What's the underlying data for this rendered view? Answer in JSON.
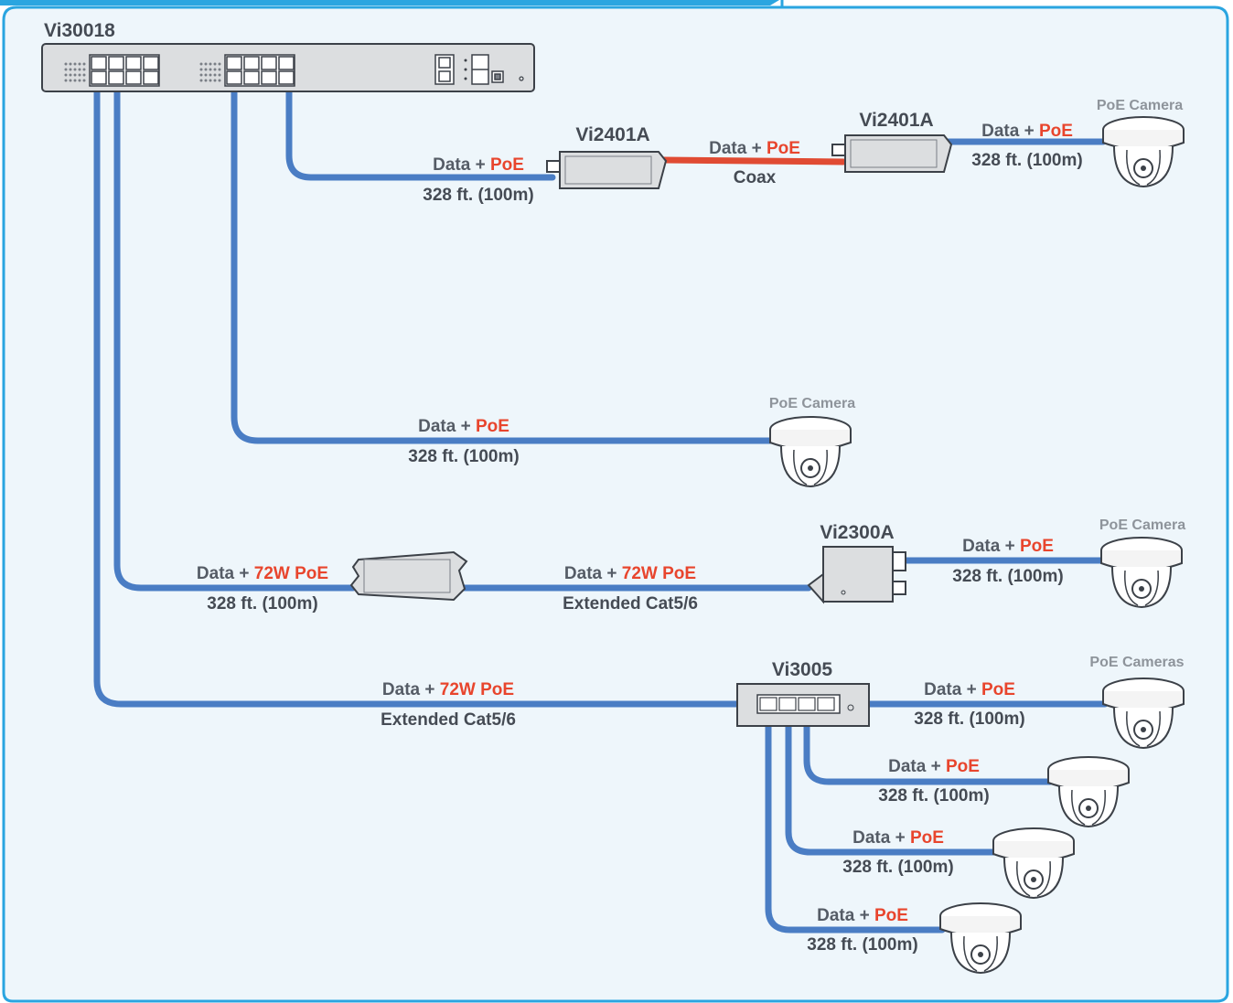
{
  "colors": {
    "cable": "#4a7dc4",
    "coax": "#e04b33",
    "poe_text": "#e8452d",
    "text": "#454b54",
    "camera_label": "#8e949b",
    "panel_bg": "#eef6fb",
    "panel_border": "#2aa5e0",
    "device_fill": "#dcdee0"
  },
  "switch": {
    "name": "Vi30018"
  },
  "common": {
    "data": "Data +",
    "poe": "PoE",
    "poe72": "72W PoE",
    "dist": "328 ft. (100m)",
    "extended": "Extended Cat5/6",
    "coax": "Coax"
  },
  "devices": {
    "vi2401a_left": "Vi2401A",
    "vi2401a_right": "Vi2401A",
    "vi2300a": "Vi2300A",
    "vi3005": "Vi3005"
  },
  "cameras": {
    "cam1": "PoE Camera",
    "cam2": "PoE Camera",
    "cam3": "PoE Camera",
    "cams4": "PoE Cameras"
  }
}
